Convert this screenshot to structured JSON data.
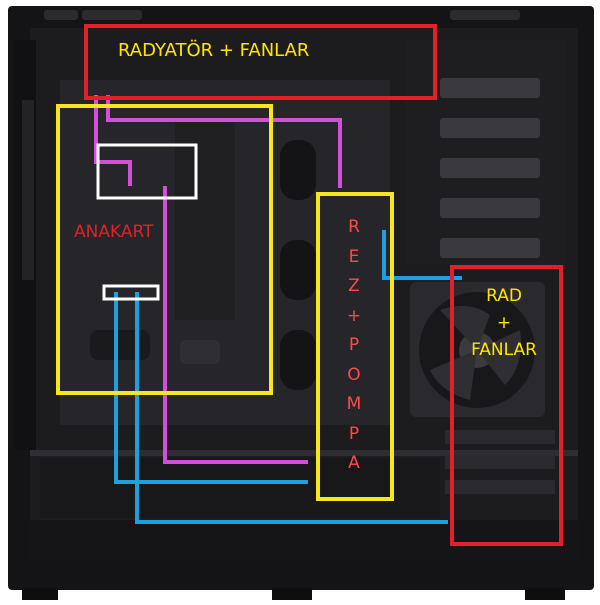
{
  "labels": {
    "top_radiator": "RADYATÖR + FANLAR",
    "motherboard": "ANAKART",
    "reservoir_pump": "REZ+POMPA",
    "side_radiator_lines": [
      "RAD",
      "+",
      "FANLAR"
    ]
  },
  "colors": {
    "radiator_box": "#e0202a",
    "component_box": "#f5e61e",
    "white_box": "#ffffff",
    "hot_loop": "#d44fd8",
    "cold_loop": "#1e9fe0",
    "case_body": "#1b1b1d"
  }
}
